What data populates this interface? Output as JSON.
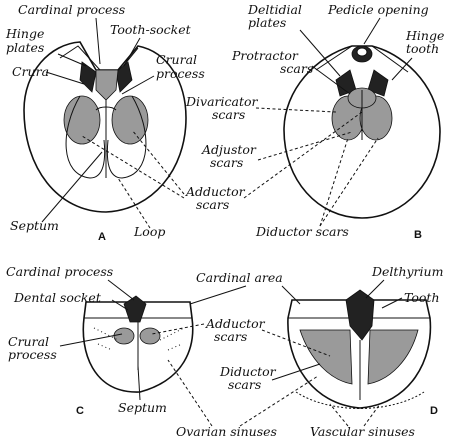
{
  "panels": [
    {
      "letter": "A",
      "labels": {
        "cardinal_process": "Cardinal process",
        "hinge_plates": "Hinge plates",
        "tooth_socket": "Tooth-socket",
        "crura": "Crura",
        "crural_process": "Crural process",
        "septum": "Septum",
        "loop": "Loop"
      }
    },
    {
      "letter": "B",
      "labels": {
        "deltidial_plates": "Deltidial plates",
        "pedicle_opening": "Pedicle opening",
        "hinge_tooth": "Hinge tooth",
        "protractor_scars": "Protractor scars",
        "divaricator_scars": "Divaricator scars",
        "adjustor_scars": "Adjustor scars"
      }
    },
    {
      "letter": "C",
      "labels": {
        "cardinal_process": "Cardinal process",
        "dental_socket": "Dental socket",
        "crural_process": "Crural process",
        "septum": "Septum"
      }
    },
    {
      "letter": "D",
      "labels": {
        "delthyrium": "Delthyrium",
        "tooth": "Tooth",
        "diductor_scars": "Diductor scars"
      }
    }
  ],
  "shared_labels": {
    "adductor_scars_top": "Adductor scars",
    "diductor_scars_top": "Diductor scars",
    "cardinal_area": "Cardinal area",
    "adductor_scars_bottom": "Adductor scars",
    "ovarian_sinuses": "Ovarian sinuses",
    "vascular_sinuses": "Vascular sinuses"
  }
}
